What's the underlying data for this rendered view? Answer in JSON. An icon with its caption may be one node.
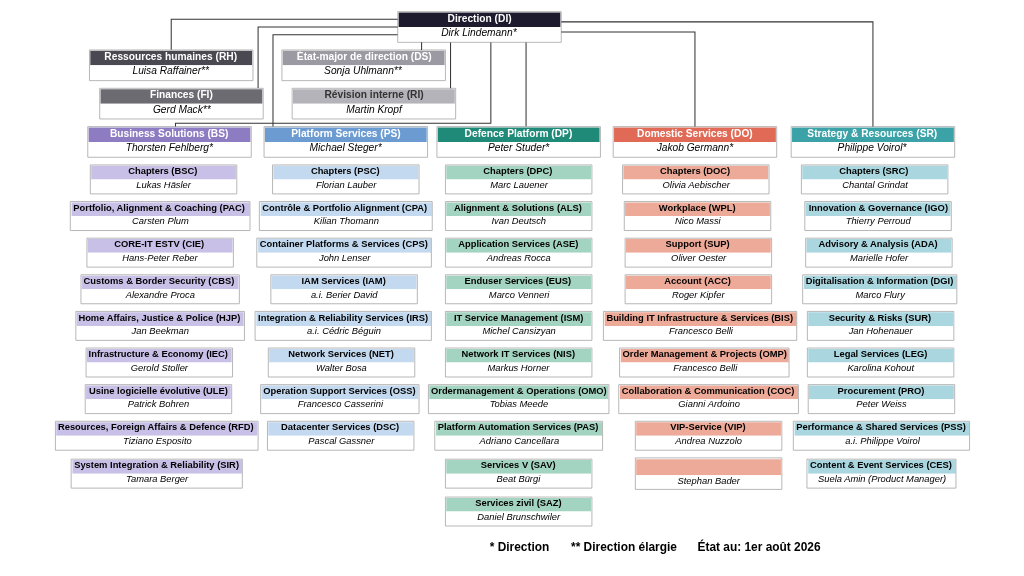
{
  "diagram": {
    "nodes": [
      {
        "text": [
          "Direction (DI)",
          "Dirk Lindemann*"
        ]
      },
      {
        "text": [
          "Ressources humaines (RH)",
          "Luisa Raffainer**"
        ]
      },
      {
        "text": [
          "État-major de direction (DS)",
          "Sonja Uhlmann**"
        ]
      },
      {
        "text": [
          "Finances (FI)",
          "Gerd Mack**"
        ]
      },
      {
        "text": [
          "Révision interne (RI)",
          "Martin Kropf"
        ]
      },
      {
        "text": [
          "Business Solutions (BS)",
          "Thorsten Fehlberg*"
        ]
      },
      {
        "text": [
          "Platform Services (PS)",
          "Michael Steger*"
        ]
      },
      {
        "text": [
          "Defence Platform (DP)",
          "Peter Studer*"
        ]
      },
      {
        "text": [
          "Domestic Services (DO)",
          "Jakob Germann*"
        ]
      },
      {
        "text": [
          "Strategy & Resources (SR)",
          "Philippe Voirol*"
        ]
      },
      {
        "text": [
          "Chapters (BSC)",
          "Lukas Häsler"
        ]
      },
      {
        "text": [
          "Portfolio, Alignment & Coaching (PAC)",
          "Carsten Plum"
        ]
      },
      {
        "text": [
          "CORE-IT ESTV (CIE)",
          "Hans-Peter Reber"
        ]
      },
      {
        "text": [
          "Customs & Border Security (CBS)",
          "Alexandre Proca"
        ]
      },
      {
        "text": [
          "Home Affairs, Justice & Police (HJP)",
          "Jan Beekman"
        ]
      },
      {
        "text": [
          "Infrastructure & Economy (IEC)",
          "Gerold Stoller"
        ]
      },
      {
        "text": [
          "Usine logicielle évolutive (ULE)",
          "Patrick Bohren"
        ]
      },
      {
        "text": [
          "Resources, Foreign Affairs & Defence (RFD)",
          "Tiziano Esposito"
        ]
      },
      {
        "text": [
          "System Integration & Reliability (SIR)",
          "Tamara Berger"
        ]
      },
      {
        "text": [
          "Chapters (PSC)",
          "Florian Lauber"
        ]
      },
      {
        "text": [
          "Contrôle & Portfolio Alignment (CPA)",
          "Kilian Thomann"
        ]
      },
      {
        "text": [
          "Container Platforms & Services (CPS)",
          "John Lenser"
        ]
      },
      {
        "text": [
          "IAM Services (IAM)",
          "a.i. Berier David"
        ]
      },
      {
        "text": [
          "Integration & Reliability Services (IRS)",
          "a.i. Cédric Béguin"
        ]
      },
      {
        "text": [
          "Network Services (NET)",
          "Walter Bosa"
        ]
      },
      {
        "text": [
          "Operation Support Services (OSS)",
          "Francesco Casserini"
        ]
      },
      {
        "text": [
          "Datacenter Services (DSC)",
          "Pascal Gassner"
        ]
      },
      {
        "text": [
          "Chapters (DPC)",
          "Marc Lauener"
        ]
      },
      {
        "text": [
          "Alignment & Solutions (ALS)",
          "Ivan Deutsch"
        ]
      },
      {
        "text": [
          "Application Services (ASE)",
          "Andreas Rocca"
        ]
      },
      {
        "text": [
          "Enduser Services (EUS)",
          "Marco Venneri"
        ]
      },
      {
        "text": [
          "IT Service Management (ISM)",
          "Michel Cansizyan"
        ]
      },
      {
        "text": [
          "Network IT Services (NIS)",
          "Markus Horner"
        ]
      },
      {
        "text": [
          "Ordermanagement & Operations (OMO)",
          "Tobias Meede"
        ]
      },
      {
        "text": [
          "Platform Automation Services (PAS)",
          "Adriano Cancellara"
        ]
      },
      {
        "text": [
          "Services V (SAV)",
          "Beat Bürgi"
        ]
      },
      {
        "text": [
          "Services zivil (SAZ)",
          "Daniel Brunschwiler"
        ]
      },
      {
        "text": [
          "Chapters (DOC)",
          "Olivia Aebischer"
        ]
      },
      {
        "text": [
          "Workplace (WPL)",
          "Nico Massi"
        ]
      },
      {
        "text": [
          "Support (SUP)",
          "Oliver Oester"
        ]
      },
      {
        "text": [
          "Account (ACC)",
          "Roger Kipfer"
        ]
      },
      {
        "text": [
          "Building IT Infrastructure & Services (BIS)",
          "Francesco Belli"
        ]
      },
      {
        "text": [
          "Order Management & Projects (OMP)",
          "Francesco Belli"
        ]
      },
      {
        "text": [
          "Collaboration & Communication (COC)",
          "Gianni Ardoino"
        ]
      },
      {
        "text": [
          "VIP-Service (VIP)",
          "Andrea Nuzzolo"
        ]
      },
      {
        "text": [
          "Stephan Bader"
        ]
      },
      {
        "text": [
          "Chapters (SRC)",
          "Chantal Grindat"
        ]
      },
      {
        "text": [
          "Innovation & Governance (IGO)",
          "Thierry Perroud"
        ]
      },
      {
        "text": [
          "Advisory & Analysis (ADA)",
          "Marielle Hofer"
        ]
      },
      {
        "text": [
          "Digitalisation & Information (DGI)",
          "Marco Flury"
        ]
      },
      {
        "text": [
          "Security & Risks (SUR)",
          "Jan Hohenauer"
        ]
      },
      {
        "text": [
          "Legal Services (LEG)",
          "Karolina Kohout"
        ]
      },
      {
        "text": [
          "Procurement (PRO)",
          "Peter Weiss"
        ]
      },
      {
        "text": [
          "Performance & Shared Services (PSS)",
          "a.i. Philippe Voirol"
        ]
      },
      {
        "text": [
          "Content & Event Services (CES)",
          "Suela Amin (Product Manager)"
        ]
      }
    ],
    "edges": [
      {
        "from": 0,
        "to": 1,
        "arrow": "none"
      },
      {
        "from": 0,
        "to": 2,
        "arrow": "none"
      },
      {
        "from": 0,
        "to": 3,
        "arrow": "none"
      },
      {
        "from": 0,
        "to": 4,
        "arrow": "none"
      },
      {
        "from": 0,
        "to": 5,
        "arrow": "none"
      },
      {
        "from": 0,
        "to": 6,
        "arrow": "none"
      },
      {
        "from": 0,
        "to": 7,
        "arrow": "none"
      },
      {
        "from": 0,
        "to": 8,
        "arrow": "none"
      },
      {
        "from": 0,
        "to": 9,
        "arrow": "none"
      }
    ],
    "labels": [
      "* Direction",
      "** Direction élargie",
      "État au: 1er août 2026"
    ]
  }
}
